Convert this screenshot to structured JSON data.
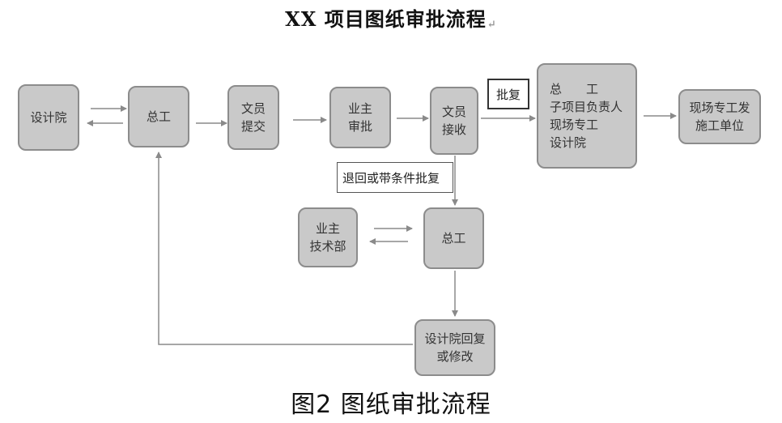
{
  "title": "XX 项目图纸审批流程",
  "caption": "图2 图纸审批流程",
  "mark": "↵",
  "nodes": {
    "design_institute": {
      "lines": [
        "设计院"
      ]
    },
    "chief_engineer_top": {
      "lines": [
        "总工"
      ]
    },
    "clerk_submit": {
      "lines": [
        "文员",
        "提交"
      ]
    },
    "owner_approval": {
      "lines": [
        "业主",
        "审批"
      ]
    },
    "clerk_receive": {
      "lines": [
        "文员",
        "接收"
      ]
    },
    "distribution": {
      "lines": [
        "总　　工",
        "子项目负责人",
        "现场专工",
        "设计院"
      ]
    },
    "site_contractor": {
      "lines": [
        "现场专工发",
        "施工单位"
      ]
    },
    "owner_tech_dept": {
      "lines": [
        "业主",
        "技术部"
      ]
    },
    "chief_engineer_bottom": {
      "lines": [
        "总工"
      ]
    },
    "design_reply": {
      "lines": [
        "设计院回复",
        "或修改"
      ]
    }
  },
  "labels": {
    "approved": "批复",
    "returned": "退回或带条件批复"
  },
  "colors": {
    "box_fill": "#c9c9c9",
    "box_border": "#8c8c8c",
    "arrow": "#8a8a8a"
  }
}
